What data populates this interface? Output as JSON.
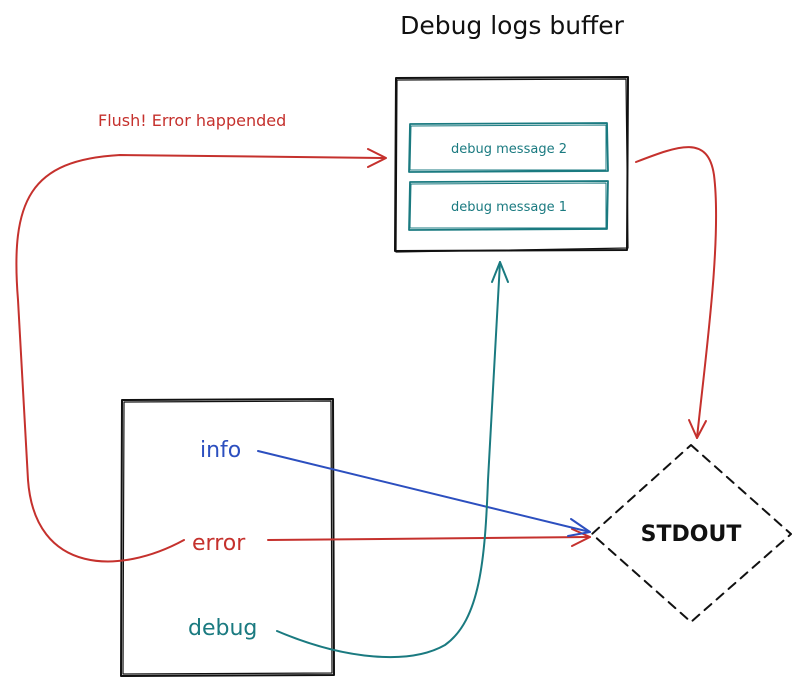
{
  "title": "Debug logs buffer",
  "buffer": {
    "messages": [
      {
        "label": "debug message 2"
      },
      {
        "label": "debug message 1"
      }
    ]
  },
  "flush_label": "Flush! Error happended",
  "levels": {
    "info": "info",
    "error": "error",
    "debug": "debug"
  },
  "stdout_label": "STDOUT",
  "colors": {
    "ink": "#111111",
    "info": "#2c4fbf",
    "error": "#c5312d",
    "debug": "#1a7a80"
  }
}
